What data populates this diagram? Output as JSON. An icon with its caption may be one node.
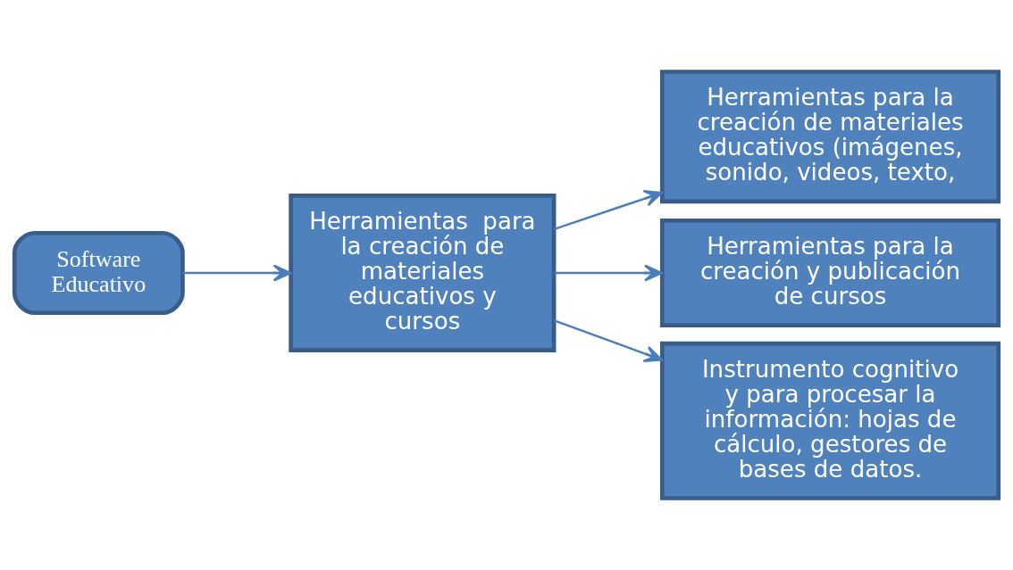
{
  "diagram": {
    "nodes": [
      {
        "text": [
          "Software Educativo"
        ]
      },
      {
        "text": [
          "Herramientas  para la creación de materiales educativos y cursos"
        ]
      },
      {
        "text": [
          "Herramientas para la creación de materiales educativos (imágenes, sonido, videos, texto,"
        ]
      },
      {
        "text": [
          "Herramientas para la creación y publicación de cursos"
        ]
      },
      {
        "text": [
          "Instrumento cognitivo y para procesar la información: hojas de cálculo, gestores de bases de datos."
        ]
      }
    ],
    "edges": [
      {
        "from": 0,
        "to": 1,
        "arrow": "to"
      },
      {
        "from": 1,
        "to": 2,
        "arrow": "to"
      },
      {
        "from": 1,
        "to": 3,
        "arrow": "to"
      },
      {
        "from": 1,
        "to": 4,
        "arrow": "to"
      }
    ]
  }
}
